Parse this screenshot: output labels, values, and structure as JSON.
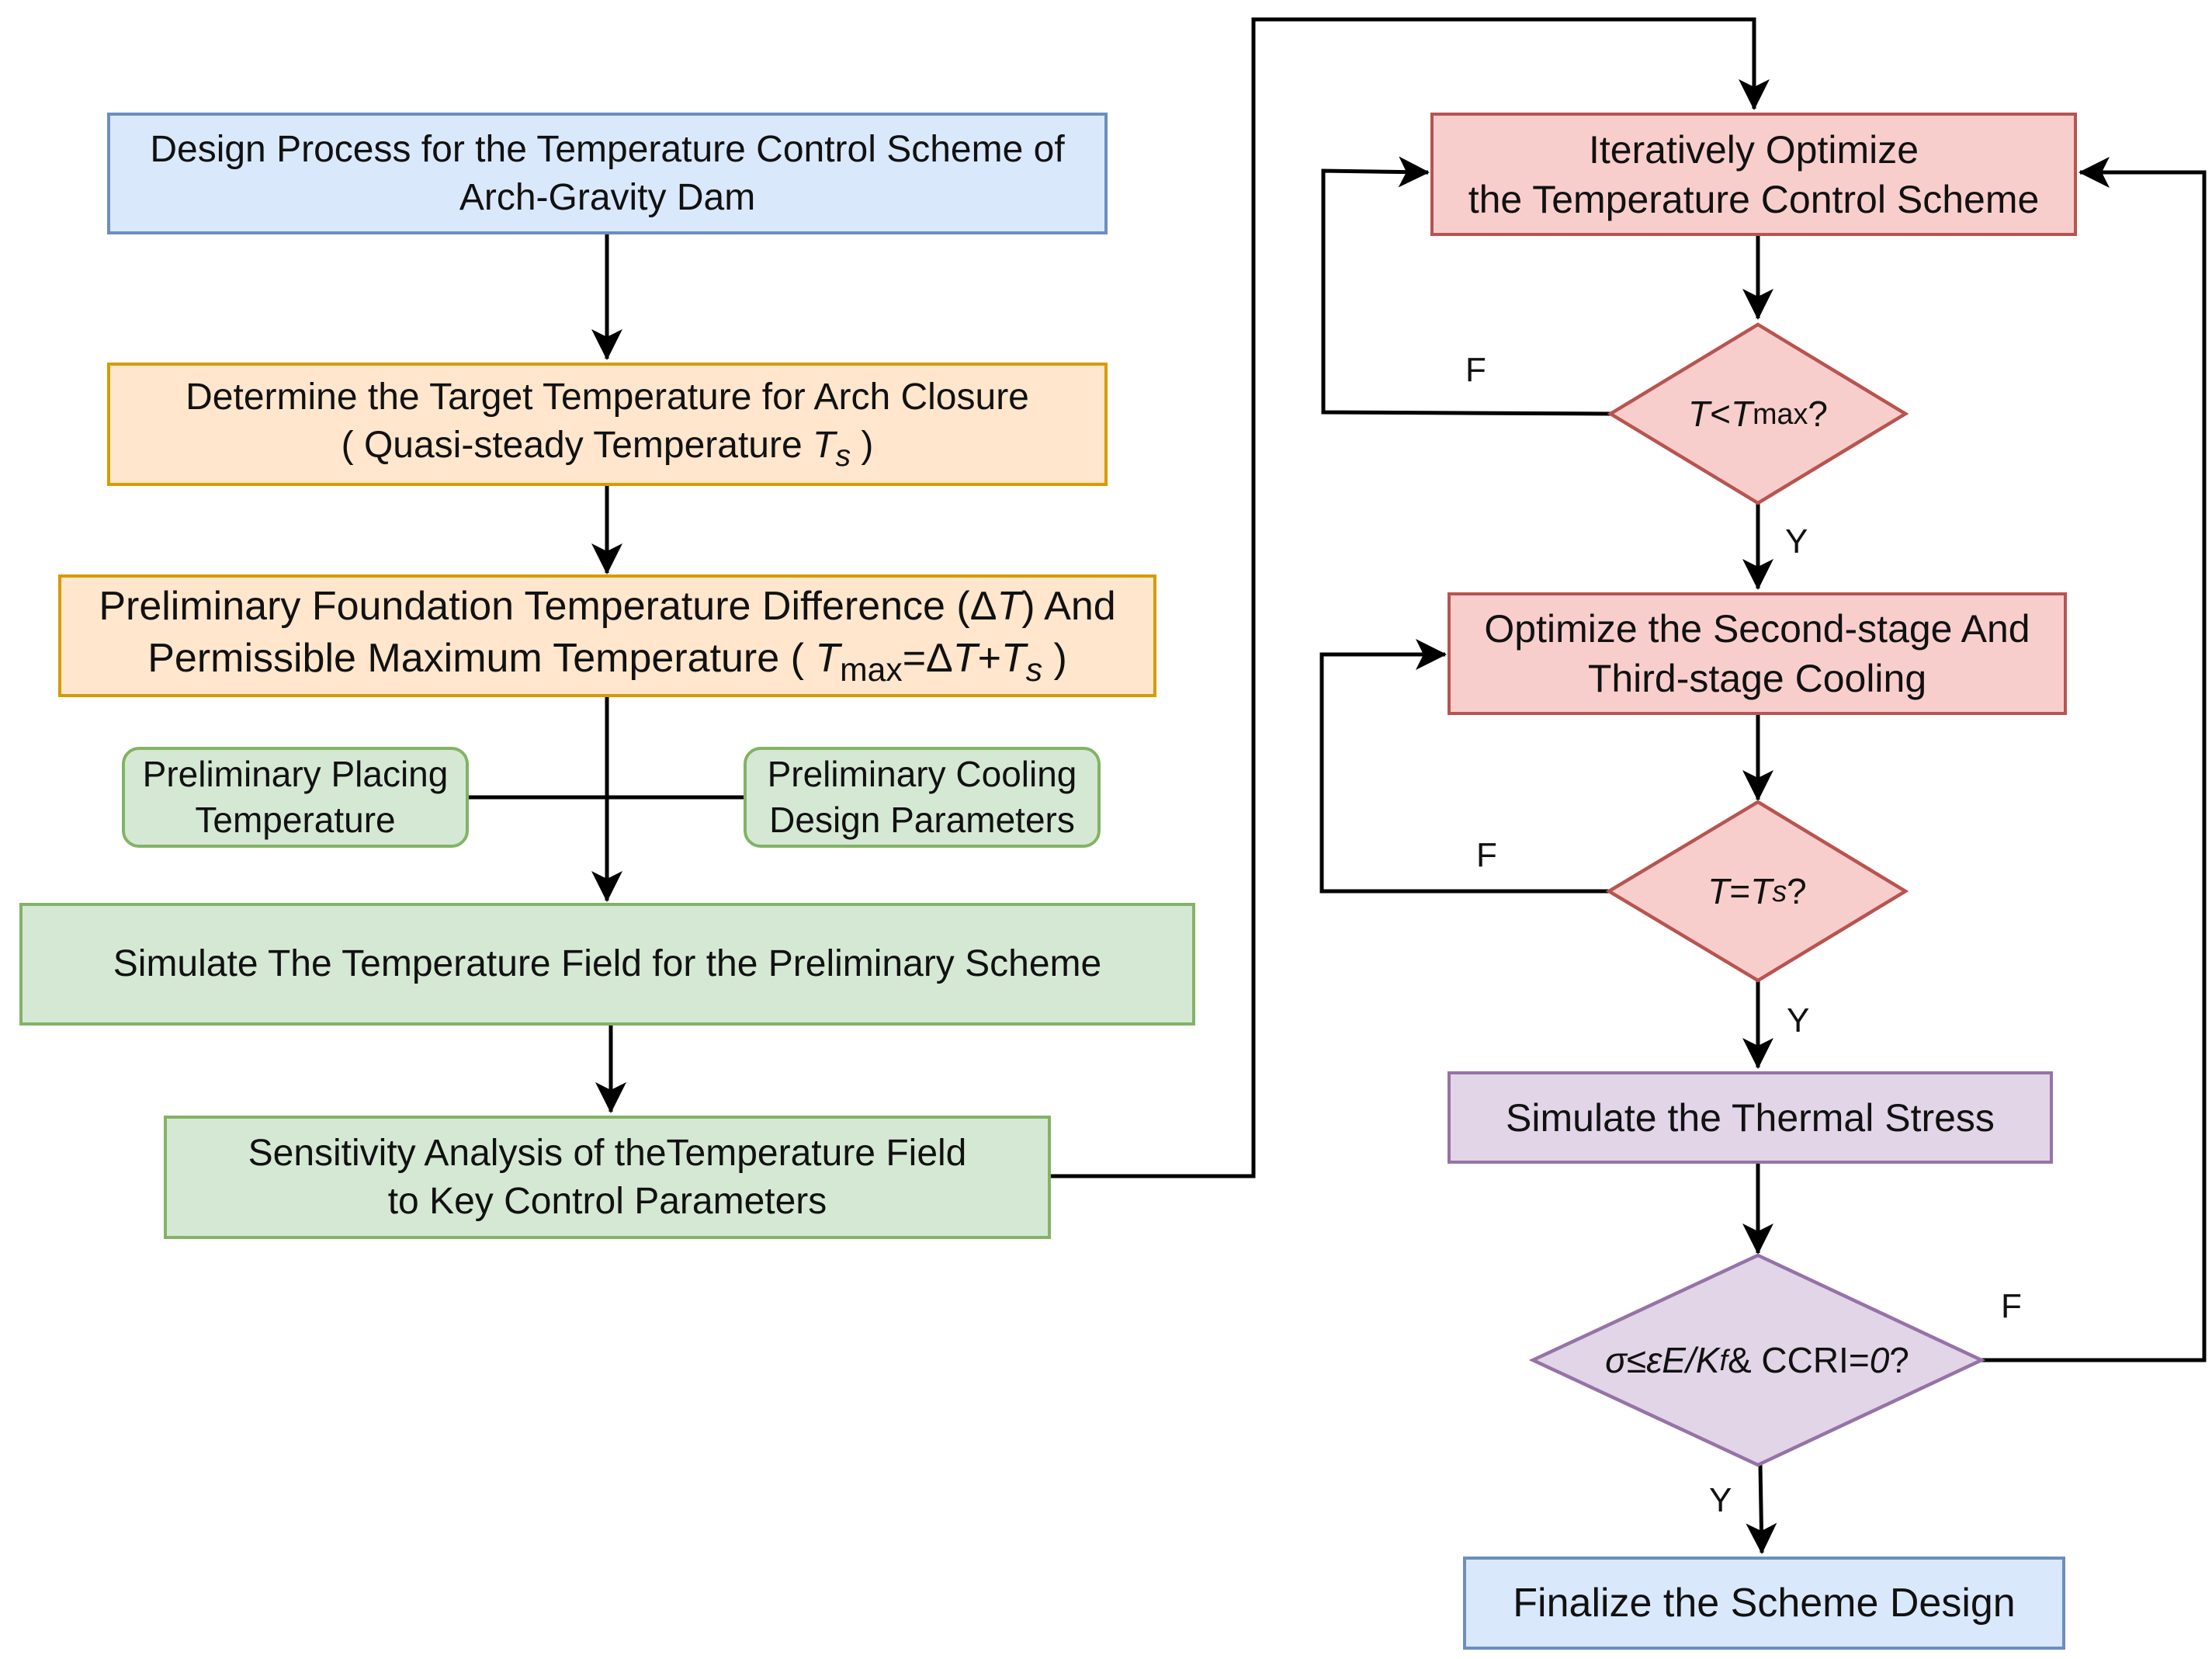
{
  "nodes": {
    "design_process": {
      "line1": "Design Process for the Temperature Control Scheme of",
      "line2": "Arch-Gravity Dam"
    },
    "target_temperature": {
      "line1": "Determine the Target Temperature for Arch Closure",
      "line2_prefix": "( Quasi-steady Temperature ",
      "line2_var": "T",
      "line2_sub": "s",
      "line2_suffix": " )"
    },
    "preliminary_foundation": {
      "line1_prefix": "Preliminary Foundation Temperature Difference (Δ",
      "line1_var": "T",
      "line1_suffix": ") And",
      "line2_prefix": "Permissible Maximum Temperature ( ",
      "line2_var1": "T",
      "line2_sub1": "max",
      "line2_mid": "=Δ",
      "line2_var2": "T",
      "line2_plus": "+",
      "line2_var3": "T",
      "line2_sub3": "s",
      "line2_suffix": " )"
    },
    "preliminary_placing": {
      "line1": "Preliminary Placing",
      "line2": "Temperature"
    },
    "preliminary_cooling": {
      "line1": "Preliminary Cooling",
      "line2": "Design Parameters"
    },
    "simulate_temperature": {
      "line1": "Simulate The Temperature Field for the Preliminary Scheme"
    },
    "sensitivity_analysis": {
      "line1": "Sensitivity Analysis of theTemperature Field",
      "line2": "to Key Control Parameters"
    },
    "iteratively_optimize": {
      "line1": "Iteratively Optimize",
      "line2": "the Temperature Control Scheme"
    },
    "decision_tmax": {
      "var1": "T",
      "op": "<",
      "var2": "T",
      "sub2": "max",
      "suffix": " ?"
    },
    "optimize_second_stage": {
      "line1": "Optimize the Second-stage And",
      "line2": "Third-stage Cooling"
    },
    "decision_ts": {
      "var1": "T",
      "op": "=",
      "var2": "T",
      "sub2": "s",
      "suffix": " ?"
    },
    "simulate_stress": {
      "line1": "Simulate the Thermal Stress"
    },
    "decision_stress": {
      "part1": "σ≤εE/K",
      "sub1": "f",
      "part2": " & CCRI=",
      "part3": "0",
      "suffix": " ?"
    },
    "finalize": {
      "line1": "Finalize the Scheme Design"
    }
  },
  "branch_labels": {
    "false_label": "F",
    "true_label": "Y"
  },
  "colors": {
    "blue_fill": "#dae8fc",
    "blue_stroke": "#6c8ebf",
    "orange_fill": "#ffe6cc",
    "orange_stroke": "#d79b00",
    "green_fill": "#d5e8d4",
    "green_stroke": "#82b366",
    "red_fill": "#f8cecc",
    "red_stroke": "#b85450",
    "purple_fill": "#e1d5e7",
    "purple_stroke": "#9673a6",
    "connector": "#000000"
  }
}
